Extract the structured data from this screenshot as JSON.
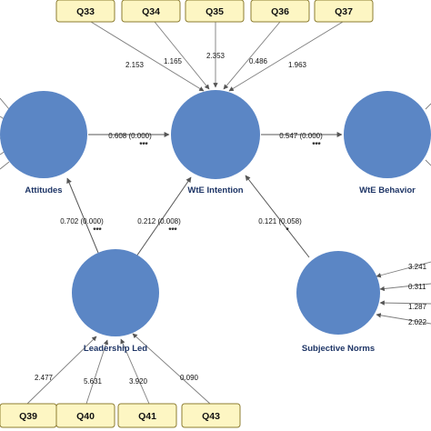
{
  "constructs": {
    "attitudes": "Attitudes",
    "wte_intention": "WtE Intention",
    "wte_behavior": "WtE Behavior",
    "leadership_led": "Leadership Led",
    "subjective_norms": "Subjective Norms"
  },
  "indicators_top": [
    {
      "label": "Q33",
      "loading": "2.153"
    },
    {
      "label": "Q34",
      "loading": "1.165"
    },
    {
      "label": "Q35",
      "loading": "2.353"
    },
    {
      "label": "Q36",
      "loading": "0.486"
    },
    {
      "label": "Q37",
      "loading": "1.963"
    }
  ],
  "indicators_bottom": [
    {
      "label": "Q39",
      "loading": "2.477"
    },
    {
      "label": "Q40",
      "loading": "5.631"
    },
    {
      "label": "Q41",
      "loading": "3.920"
    },
    {
      "label": "Q43",
      "loading": "0.090"
    }
  ],
  "subjective_norms_loadings": [
    "3.241",
    "0.311",
    "1.287",
    "2.022"
  ],
  "paths": {
    "attitudes_to_intention": {
      "value": "0.608 (0.000)",
      "sig": "***"
    },
    "intention_to_behavior": {
      "value": "0.547 (0.000)",
      "sig": "***"
    },
    "leadership_to_attitudes": {
      "value": "0.702 (0.000)",
      "sig": "***"
    },
    "leadership_to_intention": {
      "value": "0.212 (0.008)",
      "sig": "***"
    },
    "norms_to_intention": {
      "value": "0.121 (0.058)",
      "sig": "*"
    }
  },
  "colors": {
    "construct_fill": "#5b86c5",
    "indicator_fill": "#fdf6c3",
    "indicator_border": "#8d7d32",
    "construct_label": "#1e3566"
  }
}
